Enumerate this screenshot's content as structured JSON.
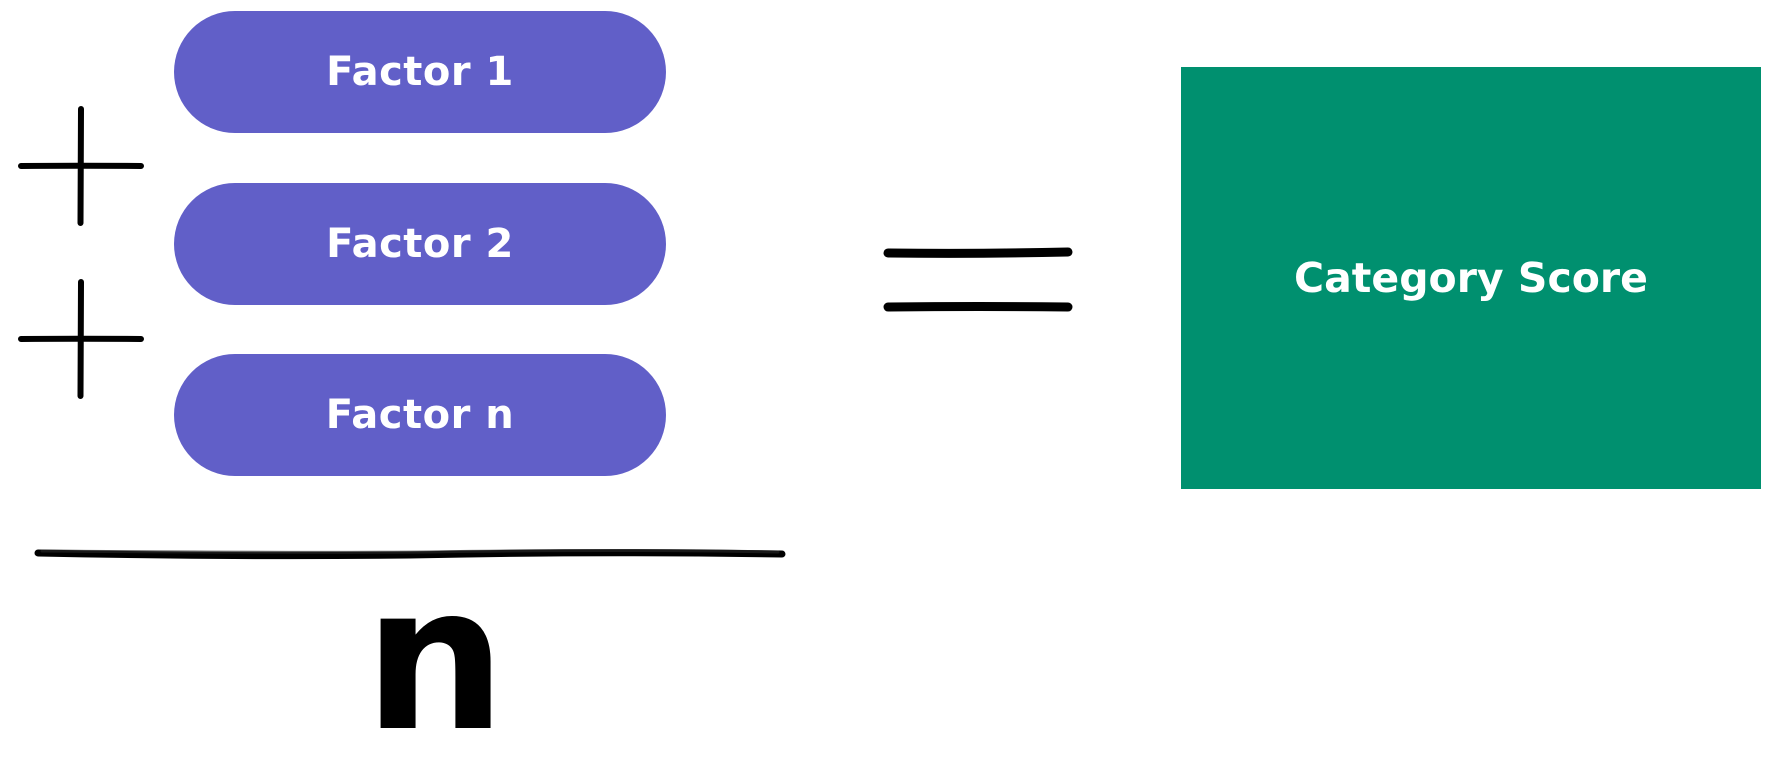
{
  "factors": [
    {
      "label": "Factor 1"
    },
    {
      "label": "Factor 2"
    },
    {
      "label": "Factor n"
    }
  ],
  "result": {
    "label": "Category Score"
  },
  "denominator": {
    "label": "n"
  },
  "colors": {
    "factor_fill": "#615fc8",
    "result_fill": "#00906f",
    "text_on_fill": "#ffffff",
    "stroke": "#000000"
  },
  "icons": {
    "plus": "plus-icon",
    "equals": "equals-icon",
    "fraction_bar": "fraction-bar"
  }
}
